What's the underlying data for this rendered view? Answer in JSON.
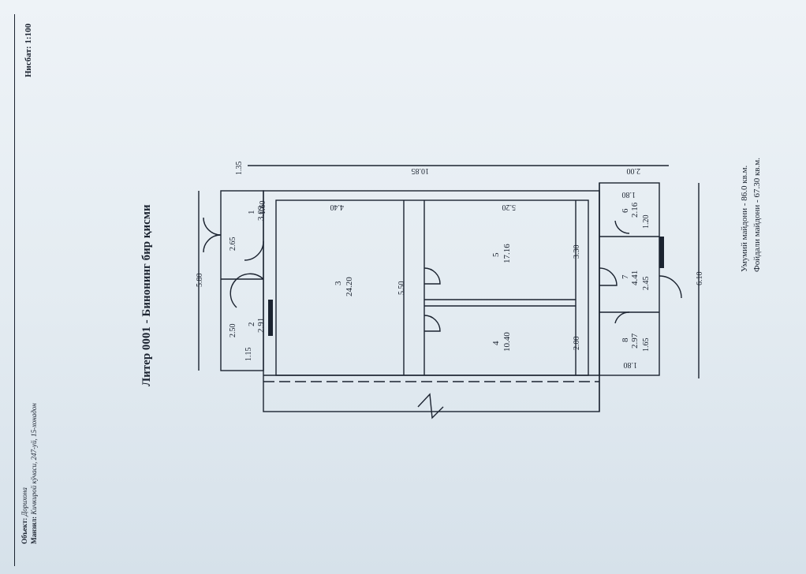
{
  "header": {
    "scale": "Нисбат: 1:100",
    "object_label": "Объект:",
    "object_value": "Дорихона",
    "address_label": "Манзил:",
    "address_value": "Кичкирой кўчаси, 247-уй, 15-хонадон"
  },
  "plan": {
    "title": "Литер 0001 - Бинонинг бир қисми",
    "rooms": [
      {
        "num": "1",
        "area": "3.09"
      },
      {
        "num": "2",
        "area": "2.91"
      },
      {
        "num": "3",
        "area": "24.20"
      },
      {
        "num": "4",
        "area": "10.40"
      },
      {
        "num": "5",
        "area": "17.16"
      },
      {
        "num": "6",
        "area": "2.16"
      },
      {
        "num": "7",
        "area": "4.41"
      },
      {
        "num": "8",
        "area": "2.97"
      }
    ],
    "dims": {
      "d_5_80": "5.80",
      "d_1_35": "1.35",
      "d_10_85": "10.85",
      "d_2_00_top": "2.00",
      "d_6_10": "6.10",
      "d_2_65": "2.65",
      "d_2_50": "2.50",
      "d_1_15": "1.15",
      "d_1_60": "1.60",
      "d_4_40": "4.40",
      "d_5_50": "5.50",
      "d_5_20": "5.20",
      "d_3_30": "3.30",
      "d_2_00_room": "2.00",
      "d_1_80a": "1.80",
      "d_1_20": "1.20",
      "d_2_45": "2.45",
      "d_1_65": "1.65",
      "d_1_80b": "1.80"
    }
  },
  "totals": {
    "total": "Умумий майдони - 86.0 кв.м.",
    "useful": "Фойдали майдони - 67.30 кв.м."
  }
}
